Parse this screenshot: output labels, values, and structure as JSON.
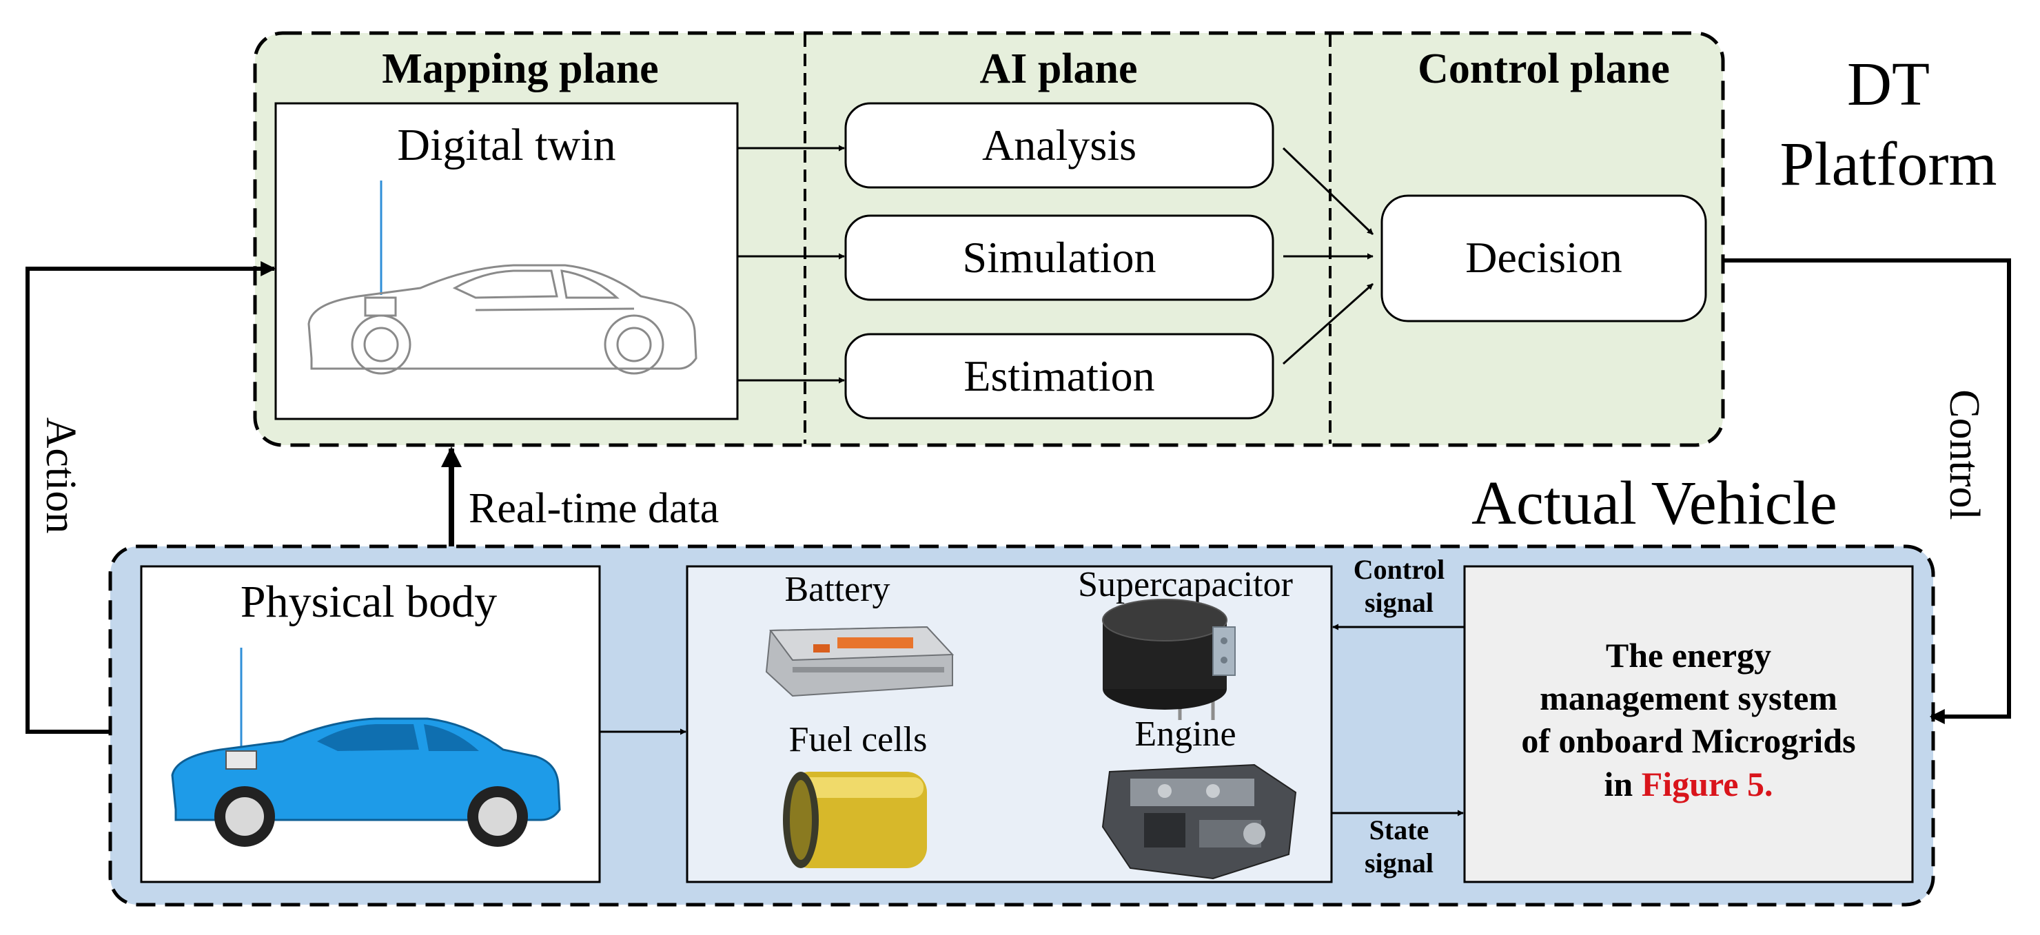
{
  "dt_platform": {
    "title_line1": "DT",
    "title_line2": "Platform",
    "mapping_plane": {
      "label": "Mapping plane",
      "digital_twin_label": "Digital twin"
    },
    "ai_plane": {
      "label": "AI plane",
      "analysis": "Analysis",
      "simulation": "Simulation",
      "estimation": "Estimation"
    },
    "control_plane": {
      "label": "Control plane",
      "decision": "Decision"
    }
  },
  "actual_vehicle": {
    "title": "Actual Vehicle",
    "physical_body_label": "Physical body",
    "components": {
      "battery": "Battery",
      "supercapacitor": "Supercapacitor",
      "fuel_cells": "Fuel cells",
      "engine": "Engine"
    },
    "control_signal_line1": "Control",
    "control_signal_line2": "signal",
    "state_signal_line1": "State",
    "state_signal_line2": "signal",
    "ems": {
      "line1": "The energy",
      "line2": "management system",
      "line3": "of onboard Microgrids",
      "line4_prefix": "in ",
      "line4_ref": "Figure 5."
    }
  },
  "flows": {
    "action": "Action",
    "control": "Control",
    "real_time_data": "Real-time data"
  },
  "colors": {
    "dt_panel_fill": "#e6efdc",
    "vehicle_panel_fill": "#c3d7ec",
    "components_box_fill": "#e9eff7",
    "ems_box_fill": "#efefef",
    "figure_ref": "#d9141b",
    "car_blue": "#1e9be8"
  }
}
